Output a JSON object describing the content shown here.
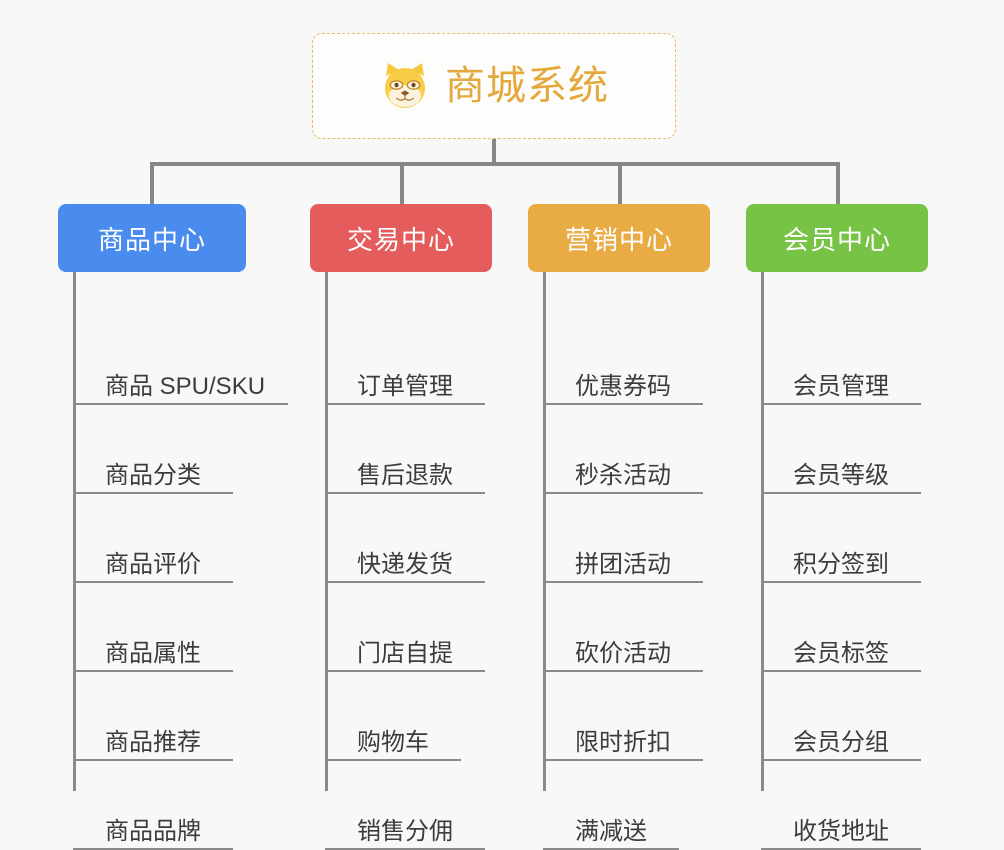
{
  "background_color": "#f8f8f8",
  "root": {
    "title": "商城系统",
    "icon": "shiba-dog-face-icon",
    "border_color": "#e7b96a",
    "text_color": "#e5a83c"
  },
  "connector_color": "#868686",
  "categories": [
    {
      "label": "商品中心",
      "color": "#4A8CEE",
      "items": [
        "商品 SPU/SKU",
        "商品分类",
        "商品评价",
        "商品属性",
        "商品推荐",
        "商品品牌"
      ]
    },
    {
      "label": "交易中心",
      "color": "#E45C5C",
      "items": [
        "订单管理",
        "售后退款",
        "快递发货",
        "门店自提",
        "购物车",
        "销售分佣"
      ]
    },
    {
      "label": "营销中心",
      "color": "#E9AB44",
      "items": [
        "优惠券码",
        "秒杀活动",
        "拼团活动",
        "砍价活动",
        "限时折扣",
        "满减送"
      ]
    },
    {
      "label": "会员中心",
      "color": "#77C346",
      "items": [
        "会员管理",
        "会员等级",
        "积分签到",
        "会员标签",
        "会员分组",
        "收货地址"
      ]
    }
  ]
}
